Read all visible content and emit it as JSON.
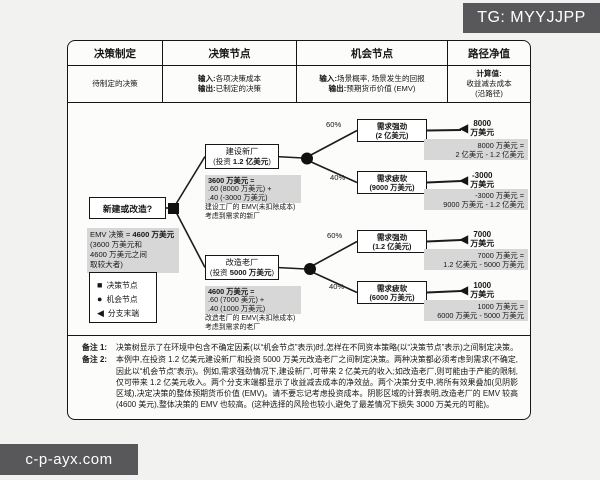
{
  "tags": {
    "top_right": "TG: MYYJJPP",
    "bottom_left": "c-p-ayx.com"
  },
  "colors": {
    "shaded_box": "#d7d7d7",
    "tag_background": "#58585a",
    "line": "#161616"
  },
  "table": {
    "headers": [
      "决策制定",
      "决策节点",
      "机会节点",
      "路径净值"
    ],
    "decision_making_desc": "待制定的决策",
    "decision_node": {
      "input_label": "输入:",
      "input": "各项决策成本",
      "output_label": "输出:",
      "output": "已制定的决策"
    },
    "chance_node": {
      "input_label": "输入:",
      "input": "场景概率, 场景发生的回报",
      "output_label": "输出:",
      "output": "预期货币价值 (EMV)"
    },
    "path_value": {
      "calc_label": "计算值:",
      "line1": "收益减去成本",
      "line2": "(沿路径)"
    }
  },
  "tree": {
    "root": "新建或改造?",
    "emv": {
      "prefix": "EMV 决策 = ",
      "value": "4600 万美元",
      "line2": "(3600 万美元和",
      "line3": "4600 万美元之间",
      "line4": "取较大者)"
    },
    "legend": [
      {
        "symbol": "square",
        "label": "决策节点"
      },
      {
        "symbol": "circle",
        "label": "机会节点"
      },
      {
        "symbol": "triangle",
        "label": "分支末端"
      }
    ],
    "options": [
      {
        "title": "建设新厂",
        "sub_prefix": "(投资 ",
        "sub_value": "1.2 亿美元",
        "sub_suffix": ")",
        "emv_calc": {
          "result": "3600 万美元 =",
          "term1": ".60 (8000 万美元) +",
          "term2": ".40 (-3000 万美元)"
        },
        "emv_note1": "建设工厂的 EMV(未扣除成本)",
        "emv_note2": "考虑到需求的新厂",
        "branches": [
          {
            "probability": "60%",
            "demand": "需求强劲",
            "revenue": "(2 亿美元)",
            "net_line1": "8000",
            "net_line2": "万美元",
            "calc_line1": "8000 万美元 =",
            "calc_line2": "2 亿美元 - 1.2 亿美元"
          },
          {
            "probability": "40%",
            "demand": "需求疲软",
            "revenue": "(9000 万美元)",
            "net_line1": "-3000",
            "net_line2": "万美元",
            "calc_line1": "-3000 万美元 =",
            "calc_line2": "9000 万美元 - 1.2 亿美元"
          }
        ]
      },
      {
        "title": "改造老厂",
        "sub_prefix": "(投资 ",
        "sub_value": "5000 万美元",
        "sub_suffix": ")",
        "emv_calc": {
          "result": "4600 万美元 =",
          "term1": ".60 (7000 美元) +",
          "term2": ".40 (1000 万美元)"
        },
        "emv_note1": "改造老厂的 EMV(未扣除成本)",
        "emv_note2": "考虑到需求的老厂",
        "branches": [
          {
            "probability": "60%",
            "demand": "需求强劲",
            "revenue": "(1.2 亿美元)",
            "net_line1": "7000",
            "net_line2": "万美元",
            "calc_line1": "7000 万美元 =",
            "calc_line2": "1.2 亿美元 - 5000 万美元"
          },
          {
            "probability": "40%",
            "demand": "需求疲软",
            "revenue": "(6000 万美元)",
            "net_line1": "1000",
            "net_line2": "万美元",
            "calc_line1": "1000 万美元 =",
            "calc_line2": "6000 万美元 - 5000 万美元"
          }
        ]
      }
    ]
  },
  "notes": [
    {
      "label": "备注 1:",
      "text": "决策树显示了在环境中包含不确定因素(以“机会节点”表示)时,怎样在不同资本策略(以“决策节点”表示)之间制定决策。"
    },
    {
      "label": "备注 2:",
      "text": "本例中,在投资 1.2 亿美元建设新厂和投资 5000 万美元改造老厂之间制定决策。两种决策都必须考虑到需求(不确定,因此以“机会节点”表示)。例如,需求强劲情况下,建设新厂,可带来 2 亿美元的收入;如改造老厂,则可能由于产能的限制,仅可带来 1.2 亿美元收入。两个分支末端都显示了收益减去成本的净效益。两个决策分支中,将所有效果叠加(见阴影区域),决定决策的整体预期货币价值 (EMV)。请不要忘记考虑投资成本。阴影区域的计算表明,改造老厂的 EMV 较高(4600 美元),整体决策的 EMV 也较高。(这种选择的风险也较小,避免了最差情况下损失 3000 万美元的可能)。"
    }
  ]
}
